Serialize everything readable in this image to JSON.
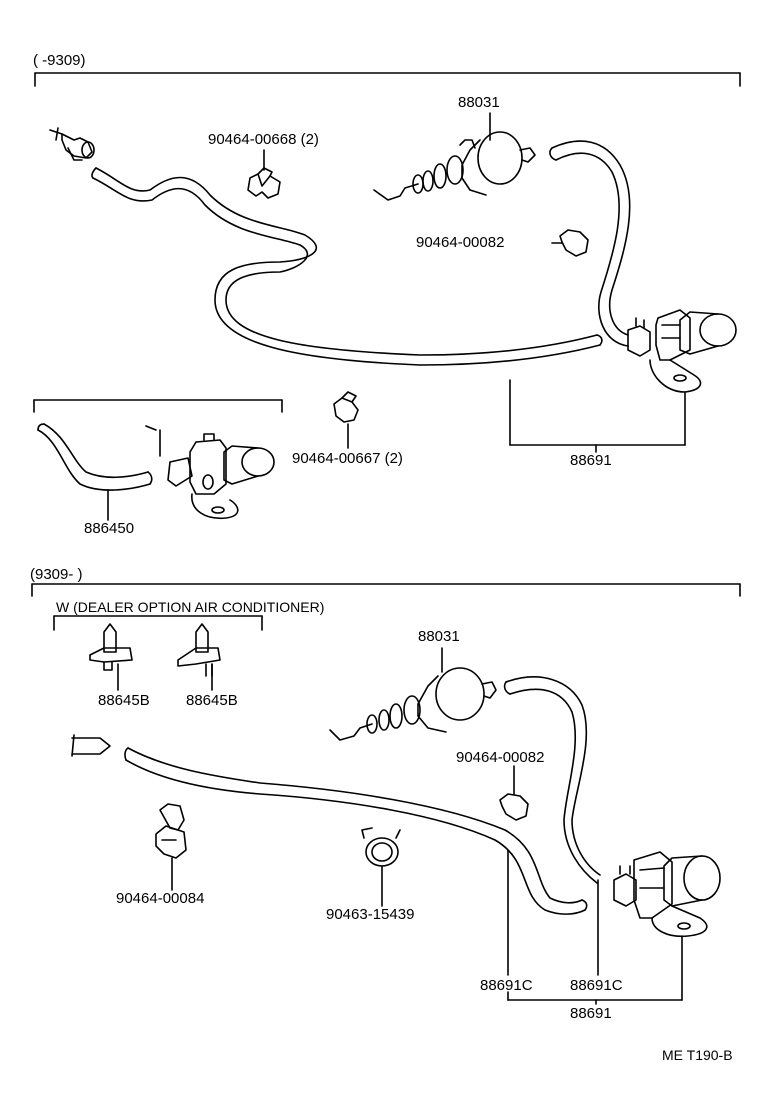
{
  "sections": {
    "top": {
      "date_range": "(      -9309)",
      "part_labels": {
        "solenoid": "88031",
        "clip_top": "90464-00668 (2)",
        "clip_right": "90464-00082",
        "clip_mid": "90464-00667 (2)",
        "hose_assy": "88691",
        "hose_inset": "886450"
      }
    },
    "bottom": {
      "date_range": "(9309-      )",
      "option_note": "W (DEALER  OPTION  AIR  CONDITIONER)",
      "part_labels": {
        "solenoid": "88031",
        "tee_left": "88645B",
        "tee_right": "88645B",
        "clip_right": "90464-00082",
        "clip_left": "90464-00084",
        "hose_clamp": "90463-15439",
        "hose_c1": "88691C",
        "hose_c2": "88691C",
        "hose_assy": "88691"
      }
    }
  },
  "footer": {
    "ref_code": "ME  T190-B"
  }
}
